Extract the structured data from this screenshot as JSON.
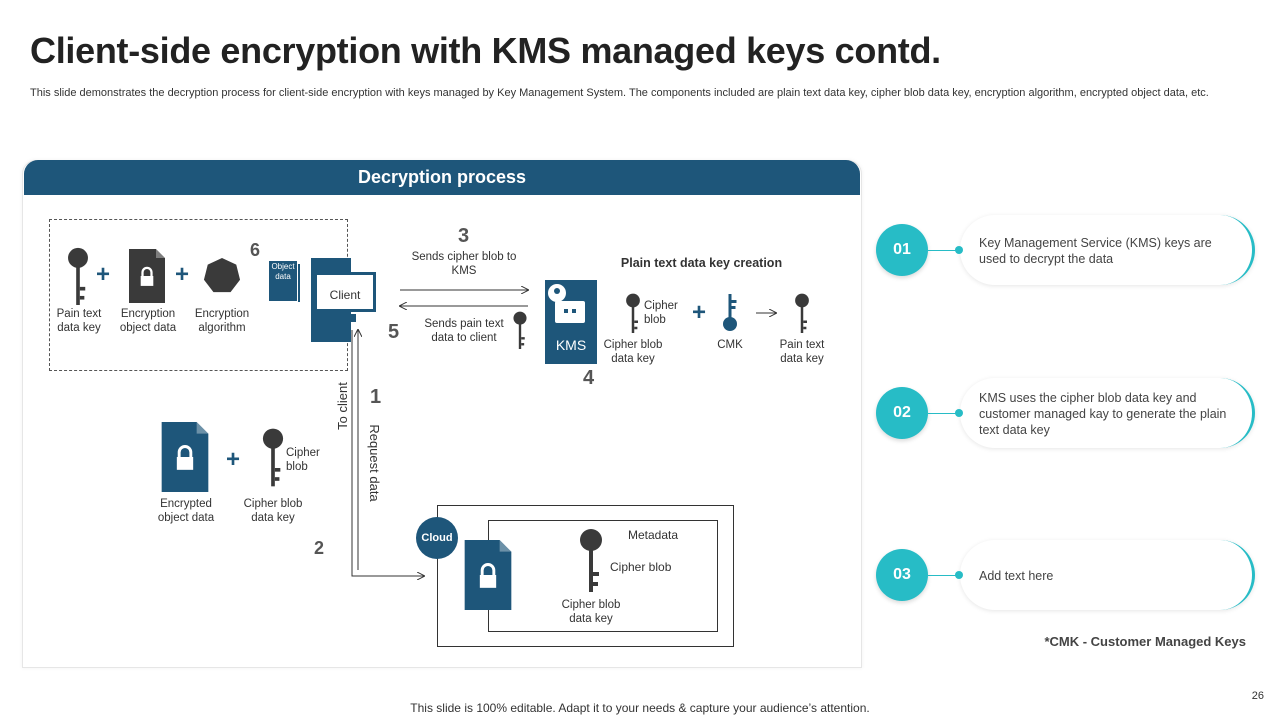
{
  "title": "Client-side encryption with KMS managed keys contd.",
  "subtitle": "This slide demonstrates the decryption process for client-side encryption with keys managed by Key Management System. The components included are plain text data key, cipher blob data key, encryption algorithm, encrypted object data, etc.",
  "panel": {
    "heading": "Decryption process",
    "top_items": {
      "plain_key": "Pain text data key",
      "enc_data": "Encryption object data",
      "enc_algo": "Encryption algorithm",
      "object_data": "Object data",
      "client": "Client"
    },
    "steps": {
      "s1": "1",
      "s2": "2",
      "s3": "3",
      "s4": "4",
      "s5": "5",
      "s6a": "6",
      "s6b": "6"
    },
    "sends_cipher": "Sends cipher blob to KMS",
    "sends_plain": "Sends pain text data to client",
    "kms": "KMS",
    "to_client": "To client",
    "request_data": "Request data",
    "key_creation": {
      "title": "Plain text data key creation",
      "cipher_blob": "Cipher blob",
      "cipher_blob_key": "Cipher blob data key",
      "cmk": "CMK",
      "plain_key": "Pain text data key"
    },
    "middle": {
      "enc_obj": "Encrypted object data",
      "cipher_blob": "Cipher blob",
      "cipher_blob_key": "Cipher blob data key"
    },
    "cloud": {
      "label": "Cloud",
      "metadata": "Metadata",
      "cipher_blob": "Cipher blob",
      "cipher_blob_key": "Cipher blob data key"
    }
  },
  "side_items": [
    {
      "num": "01",
      "text": "Key Management Service (KMS) keys are used to decrypt the data"
    },
    {
      "num": "02",
      "text": "KMS uses the cipher blob data key and customer managed kay to generate the plain text data key"
    },
    {
      "num": "03",
      "text": "Add text here"
    }
  ],
  "note": "*CMK - Customer Managed Keys",
  "footer": "This slide is 100% editable. Adapt it to your needs & capture your audience’s attention.",
  "page_number": "26",
  "colors": {
    "navy": "#1e567a",
    "teal": "#27bcc6",
    "dark": "#333333"
  }
}
